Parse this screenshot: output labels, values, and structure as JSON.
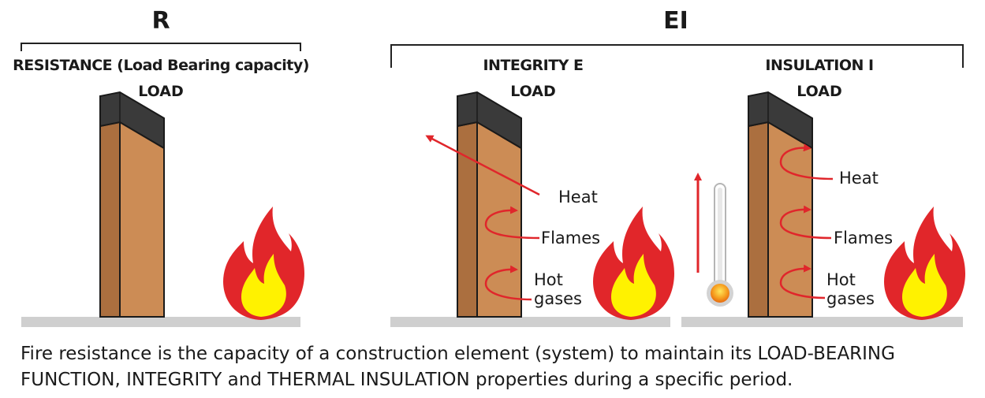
{
  "group_r": {
    "letter": "R",
    "title": "RESISTANCE (Load Bearing capacity)",
    "load": "LOAD"
  },
  "group_ei": {
    "letter": "EI",
    "integrity": {
      "title": "INTEGRITY E",
      "load": "LOAD",
      "labels": [
        "Heat",
        "Flames",
        "Hot",
        "gases"
      ]
    },
    "insulation": {
      "title": "INSULATION I",
      "load": "LOAD",
      "labels": [
        "Heat",
        "Flames",
        "Hot",
        "gases"
      ]
    }
  },
  "caption": {
    "line1": "Fire resistance is the capacity of a construction element (system) to maintain its LOAD-BEARING",
    "line2": "FUNCTION, INTEGRITY and THERMAL INSULATION properties during a specific period."
  },
  "colors": {
    "wall_front": "#cc8c55",
    "wall_side": "#ab6f3f",
    "wall_top": "#3a3a3a",
    "ground": "#cfcfcf",
    "arrow": "#e0262b",
    "flame_outer": "#e1262a",
    "flame_inner": "#fff200"
  }
}
